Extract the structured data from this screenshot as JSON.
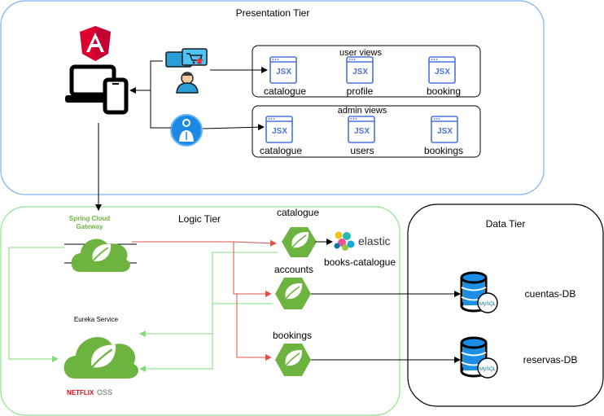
{
  "tiers": {
    "presentation": "Presentation Tier",
    "logic": "Logic Tier",
    "data": "Data Tier"
  },
  "groups": {
    "user_views": "user views",
    "admin_views": "admin views"
  },
  "user_views": [
    "catalogue",
    "profile",
    "booking"
  ],
  "admin_views": [
    "catalogue",
    "users",
    "bookings"
  ],
  "jsx_tag": "JSX",
  "gateway": {
    "line1": "Spring Cloud",
    "line2": "Gateway"
  },
  "eureka": {
    "label": "Eureka Service",
    "netflix": "NETFLIX",
    "oss": "OSS"
  },
  "services": {
    "catalogue": "catalogue",
    "accounts": "accounts",
    "bookings": "bookings"
  },
  "elastic": {
    "logo_text": "elastic",
    "label": "books-catalogue"
  },
  "databases": {
    "cuentas": "cuentas-DB",
    "reservas": "reservas-DB",
    "engine_text": "MySQL"
  },
  "colors": {
    "presentation_border": "#7eb0ea",
    "logic_border": "#8ee68e",
    "spring_green": "#6db33f",
    "red_line": "#e0524a",
    "green_line": "#7fdc7f",
    "jsx_blue": "#4b73e0",
    "db_blue": "#1b8fe8",
    "angular_red": "#dd0031"
  }
}
